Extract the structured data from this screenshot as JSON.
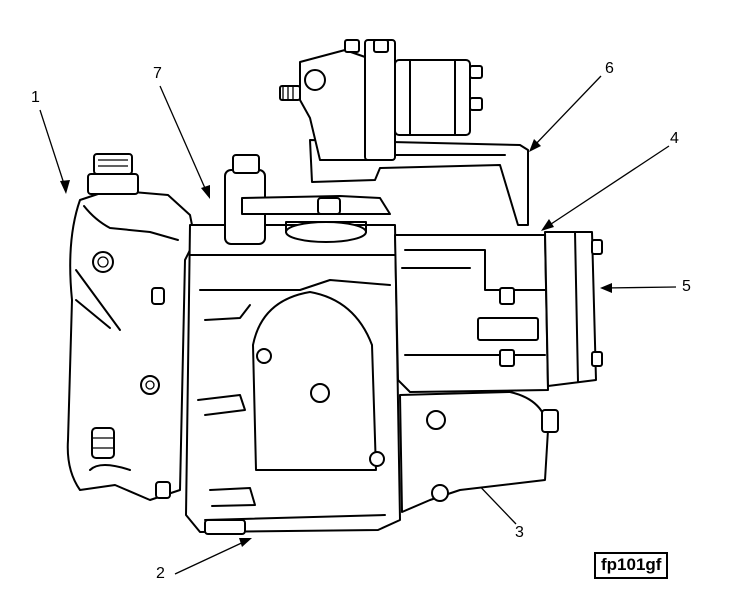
{
  "figure": {
    "id_label": "fp101gf",
    "callouts": [
      "1",
      "2",
      "3",
      "4",
      "5",
      "6",
      "7"
    ]
  }
}
